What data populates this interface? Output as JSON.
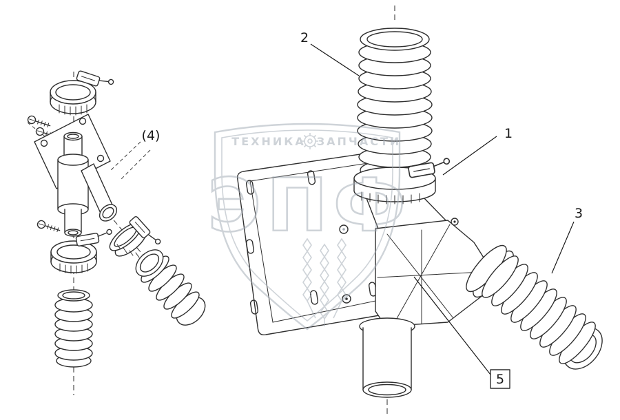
{
  "diagram": {
    "background_color": "#ffffff",
    "line_color": "#2f2f2f",
    "watermark_color": "#9fa8b2",
    "callouts": [
      {
        "label": "1"
      },
      {
        "label": "2"
      },
      {
        "label": "3"
      },
      {
        "label": "(4)"
      },
      {
        "label": "5",
        "boxed": true
      }
    ],
    "watermark": {
      "banner_left": "ТЕХНИКА",
      "banner_right": "ЗАПЧАСТИ",
      "brand": "ЭПФ",
      "icon": "gear-icon"
    }
  }
}
